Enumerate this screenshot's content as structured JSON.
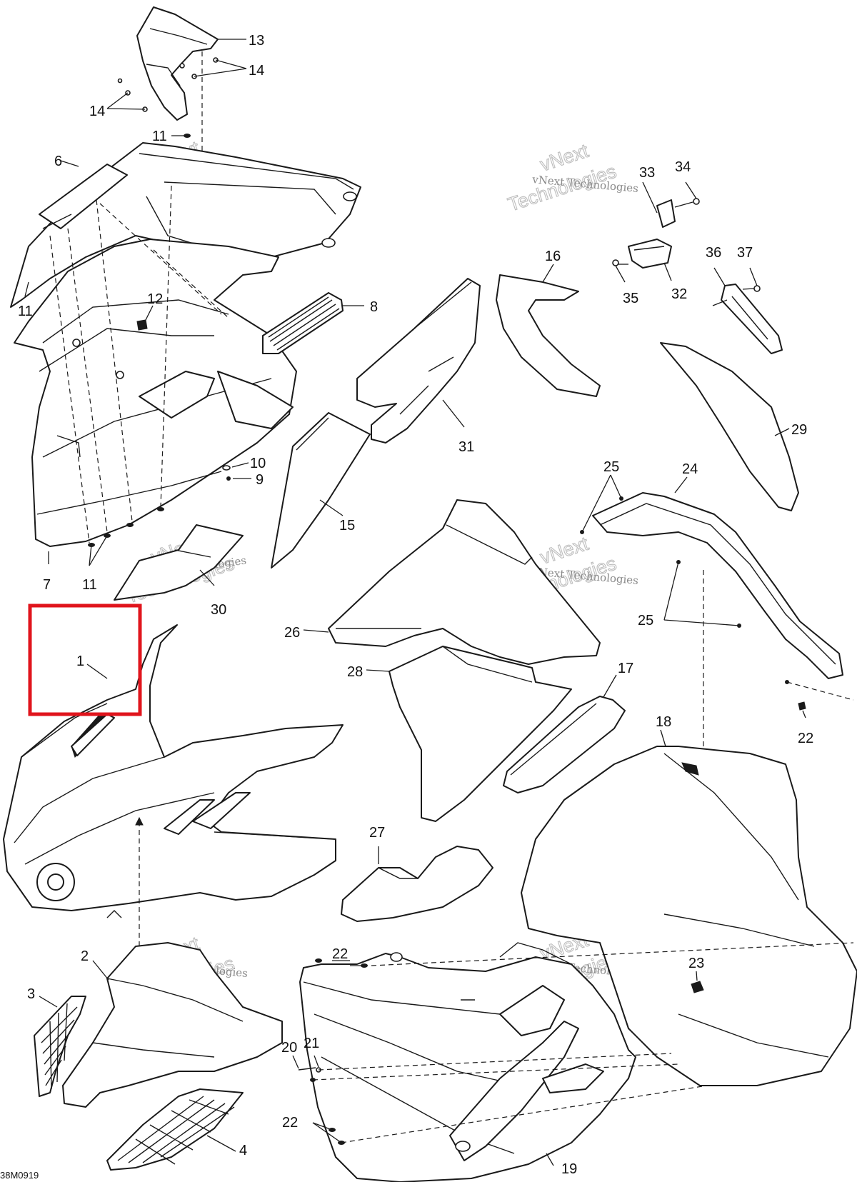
{
  "callouts": [
    {
      "id": "c1",
      "text": "1"
    },
    {
      "id": "c2",
      "text": "2"
    },
    {
      "id": "c3",
      "text": "3"
    },
    {
      "id": "c4",
      "text": "4"
    },
    {
      "id": "c6",
      "text": "6"
    },
    {
      "id": "c7",
      "text": "7"
    },
    {
      "id": "c8",
      "text": "8"
    },
    {
      "id": "c9",
      "text": "9"
    },
    {
      "id": "c10",
      "text": "10"
    },
    {
      "id": "c11a",
      "text": "11"
    },
    {
      "id": "c11b",
      "text": "11"
    },
    {
      "id": "c11c",
      "text": "11"
    },
    {
      "id": "c12",
      "text": "12"
    },
    {
      "id": "c13",
      "text": "13"
    },
    {
      "id": "c14a",
      "text": "14"
    },
    {
      "id": "c14b",
      "text": "14"
    },
    {
      "id": "c15",
      "text": "15"
    },
    {
      "id": "c16",
      "text": "16"
    },
    {
      "id": "c17",
      "text": "17"
    },
    {
      "id": "c18",
      "text": "18"
    },
    {
      "id": "c19",
      "text": "19"
    },
    {
      "id": "c20",
      "text": "20"
    },
    {
      "id": "c21",
      "text": "21"
    },
    {
      "id": "c22a",
      "text": "22"
    },
    {
      "id": "c22b",
      "text": "22"
    },
    {
      "id": "c22c",
      "text": "22"
    },
    {
      "id": "c23",
      "text": "23"
    },
    {
      "id": "c24",
      "text": "24"
    },
    {
      "id": "c25a",
      "text": "25"
    },
    {
      "id": "c25b",
      "text": "25"
    },
    {
      "id": "c26",
      "text": "26"
    },
    {
      "id": "c27",
      "text": "27"
    },
    {
      "id": "c28",
      "text": "28"
    },
    {
      "id": "c29",
      "text": "29"
    },
    {
      "id": "c30",
      "text": "30"
    },
    {
      "id": "c31",
      "text": "31"
    },
    {
      "id": "c32",
      "text": "32"
    },
    {
      "id": "c33",
      "text": "33"
    },
    {
      "id": "c34",
      "text": "34"
    },
    {
      "id": "c35",
      "text": "35"
    },
    {
      "id": "c36",
      "text": "36"
    },
    {
      "id": "c37",
      "text": "37"
    }
  ],
  "watermark": {
    "line1": "vNext Technologies",
    "big1": "vNext",
    "big2": "Technologies"
  },
  "drawing_number": "38M0919",
  "highlighted_callout": "1",
  "colors": {
    "line": "#1a1a1a",
    "highlight": "#e0141c",
    "watermark": "#8a8a8a"
  }
}
